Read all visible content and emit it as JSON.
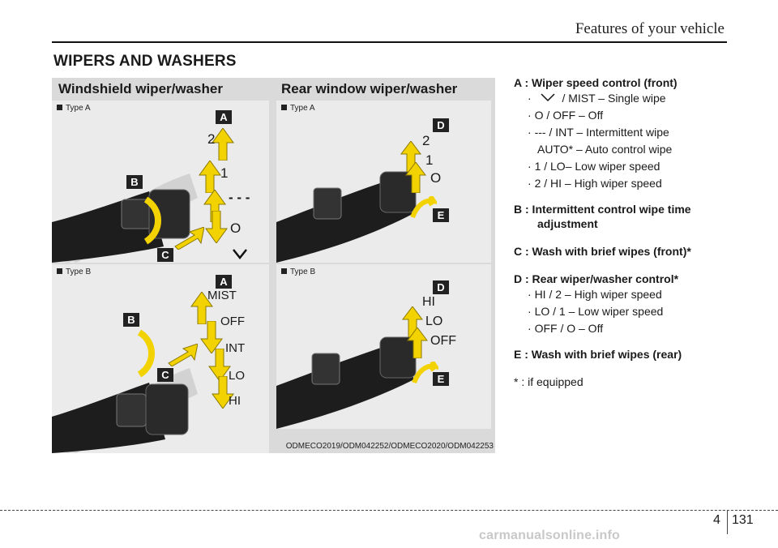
{
  "header": {
    "title": "Features of your vehicle"
  },
  "section": {
    "title": "WIPERS AND WASHERS"
  },
  "figure": {
    "front_heading": "Windshield wiper/washer",
    "rear_heading": "Rear window wiper/washer",
    "type_a": "Type A",
    "type_b": "Type B",
    "caption": "ODMECO2019/ODM042252/ODMECO2020/ODM042253",
    "callouts": {
      "a": "A",
      "b": "B",
      "c": "C",
      "d": "D",
      "e": "E"
    },
    "front_a_labels": {
      "two": "2",
      "one": "1",
      "int": "- - -",
      "off": "O"
    },
    "front_b_labels": {
      "mist": "MIST",
      "off": "OFF",
      "int": "INT",
      "lo": "LO",
      "hi": "HI"
    },
    "rear_a_labels": {
      "two": "2",
      "one": "1",
      "off": "O"
    },
    "rear_b_labels": {
      "hi": "HI",
      "lo": "LO",
      "off": "OFF"
    }
  },
  "legend": {
    "a_title": "A : Wiper speed control (front)",
    "a_items": [
      "/ MIST – Single wipe",
      "O / OFF – Off",
      "--- / INT – Intermittent wipe",
      "AUTO* – Auto control wipe",
      "1 / LO– Low wiper speed",
      "2 / HI – High wiper speed"
    ],
    "b_title": "B : Intermittent control wipe time",
    "b_title_2": "adjustment",
    "c_title": "C : Wash with brief wipes (front)*",
    "d_title": "D : Rear wiper/washer control*",
    "d_items": [
      "HI / 2 – High wiper speed",
      "LO / 1 – Low wiper speed",
      "OFF / O – Off"
    ],
    "e_title": "E : Wash with brief wipes (rear)",
    "footnote": "* : if equipped"
  },
  "footer": {
    "chapter": "4",
    "page": "131",
    "watermark": "carmanualsonline.info"
  },
  "colors": {
    "arrow_yellow": "#f2d200",
    "callout_bg": "#222222",
    "lever_dark": "#1d1d1d",
    "panel_bg": "#dadada"
  }
}
